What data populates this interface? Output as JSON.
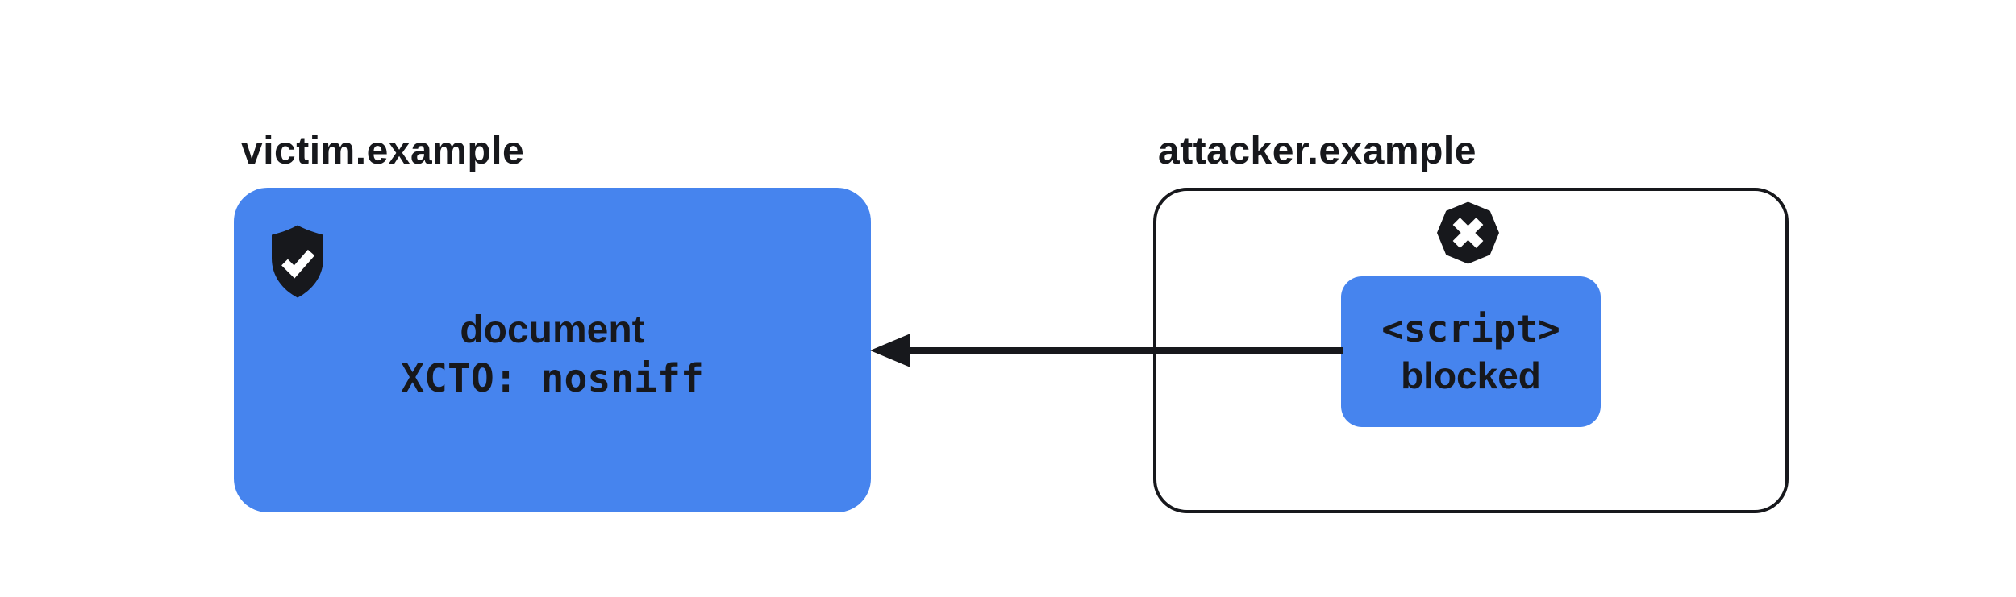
{
  "diagram": {
    "title_semantics": "XCTO nosniff blocks cross-origin script inclusion",
    "background": "#ffffff",
    "colors": {
      "accent_blue": "#4684ee",
      "ink": "#17181c",
      "icon_fill": "#17181c",
      "icon_glyph": "#ffffff"
    },
    "victim": {
      "label": "victim.example",
      "icon": "shield-check-icon",
      "box_lines": {
        "line1": "document",
        "line2": "XCTO: nosniff"
      }
    },
    "attacker": {
      "label": "attacker.example",
      "icon": "blocked-octagon-x-icon",
      "script_box": {
        "line1": "<script>",
        "line2": "blocked"
      }
    },
    "arrow": {
      "from": "attacker.example script box",
      "to": "victim.example document",
      "direction": "right-to-left",
      "style": "solid black, left-pointing solid arrowhead"
    }
  }
}
